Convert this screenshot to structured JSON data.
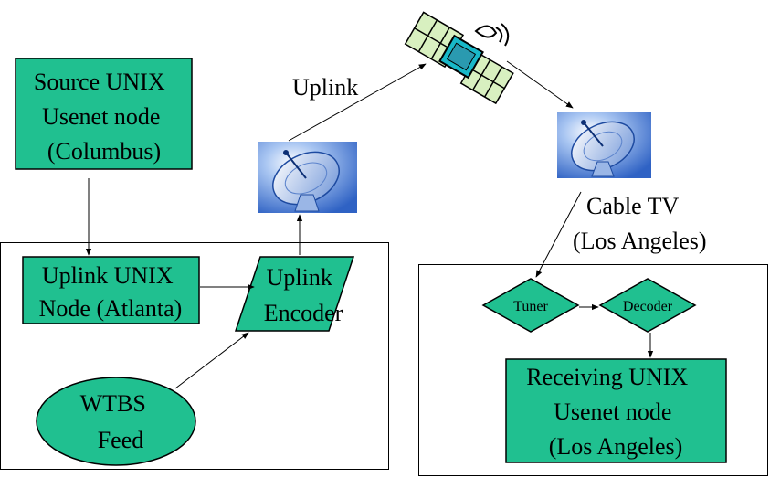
{
  "nodes": {
    "source": {
      "line1": "Source UNIX",
      "line2": "Usenet node",
      "line3": "(Columbus)"
    },
    "uplink_node": {
      "line1": "Uplink UNIX",
      "line2": "Node (Atlanta)"
    },
    "encoder": {
      "line1": "Uplink",
      "line2": "Encoder"
    },
    "wtbs": {
      "line1": "WTBS",
      "line2": "Feed"
    },
    "tuner": {
      "label": "Tuner"
    },
    "decoder": {
      "label": "Decoder"
    },
    "receiving": {
      "line1": "Receiving UNIX",
      "line2": "Usenet node",
      "line3": "(Los Angeles)"
    }
  },
  "labels": {
    "uplink": "Uplink",
    "cable_line1": "Cable TV",
    "cable_line2": "(Los Angeles)"
  },
  "icons": {
    "dish_left": "satellite-dish-icon",
    "dish_right": "satellite-dish-icon",
    "satellite": "satellite-icon"
  },
  "colors": {
    "node_fill": "#20c090",
    "stroke": "#000000",
    "dish_bg": "#4a7fd0"
  }
}
